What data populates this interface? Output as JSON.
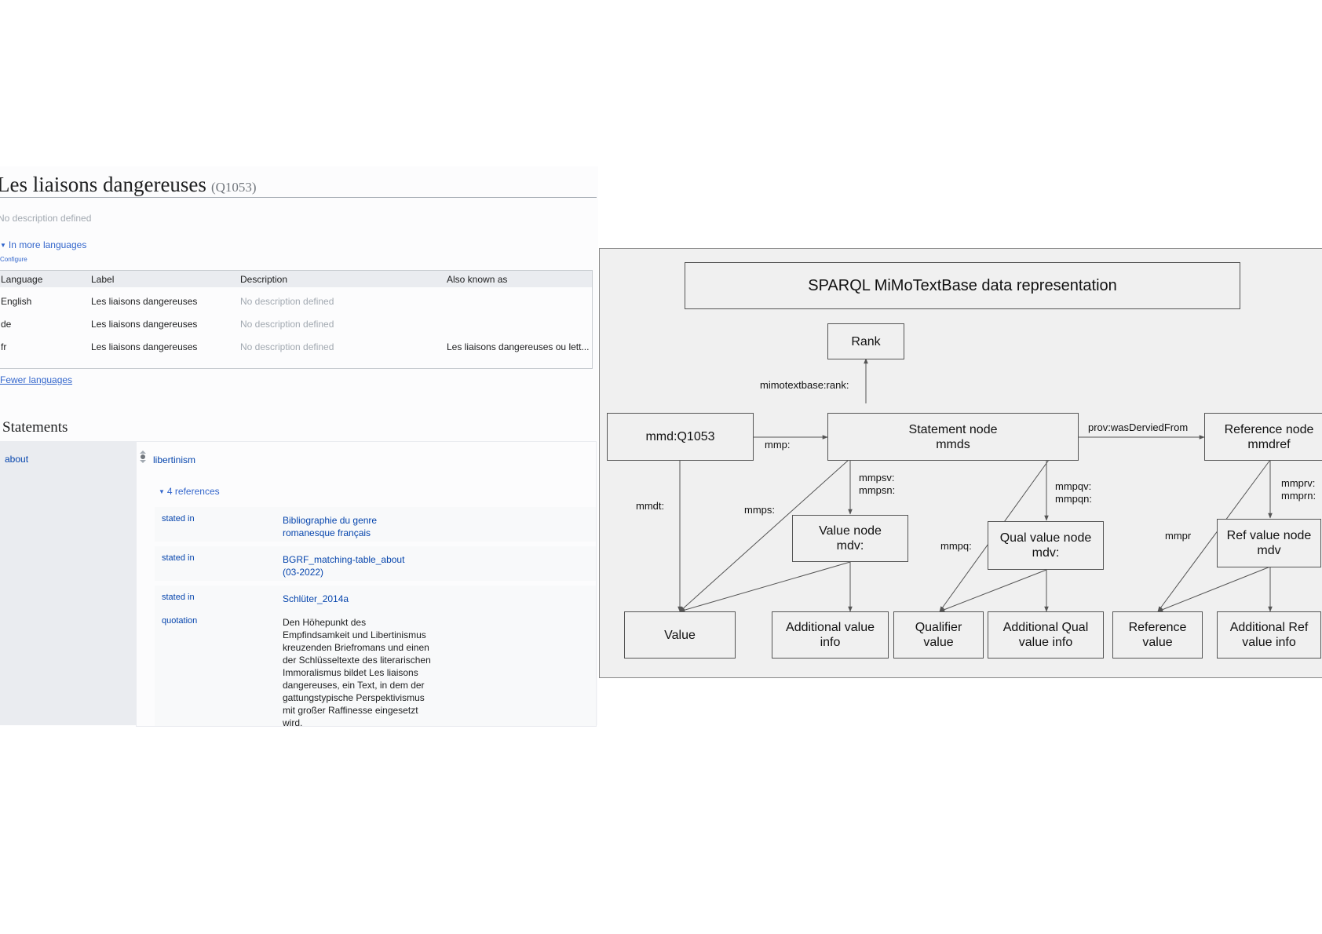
{
  "item": {
    "title": "Les liaisons dangereuses",
    "qid": "(Q1053)",
    "description": "No description defined",
    "in_more_languages": "In more languages",
    "configure": "Configure",
    "fewer_languages": "Fewer languages"
  },
  "languages": {
    "headers": [
      "Language",
      "Label",
      "Description",
      "Also known as"
    ],
    "rows": [
      {
        "language": "English",
        "label": "Les liaisons dangereuses",
        "description": "No description defined",
        "aliases": ""
      },
      {
        "language": "de",
        "label": "Les liaisons dangereuses",
        "description": "No description defined",
        "aliases": ""
      },
      {
        "language": "fr",
        "label": "Les liaisons dangereuses",
        "description": "No description defined",
        "aliases": "Les liaisons dangereuses ou lett..."
      }
    ]
  },
  "statements": {
    "heading": "Statements",
    "property": "about",
    "value": "libertinism",
    "references_toggle": "4 references",
    "references": [
      {
        "prop": "stated in",
        "value_lines": [
          "Bibliographie du genre",
          "romanesque français"
        ]
      },
      {
        "prop": "stated in",
        "value_lines": [
          "BGRF_matching-table_about",
          "(03-2022)"
        ]
      },
      {
        "prop": "stated in",
        "value_lines": [
          "Schlüter_2014a"
        ]
      },
      {
        "prop": "quotation",
        "value_lines": [
          "Den Höhepunkt des",
          "Empfindsamkeit und Libertinismus",
          "kreuzenden Briefromans und einen",
          "der Schlüsseltexte des literarischen",
          "Immoralismus bildet Les liaisons",
          "dangereuses, ein Text, in dem der",
          "gattungstypische Perspektivismus",
          "mit großer Raffinesse eingesetzt",
          "wird."
        ]
      }
    ]
  },
  "diagram": {
    "title": "SPARQL MiMoTextBase data representation",
    "nodes": {
      "rank": [
        "Rank"
      ],
      "item": [
        "mmd:Q1053"
      ],
      "statement": [
        "Statement node",
        "mmds"
      ],
      "reference": [
        "Reference node",
        "mmdref"
      ],
      "value_node": [
        "Value node",
        "mdv:"
      ],
      "qual_value_node": [
        "Qual value node",
        "mdv:"
      ],
      "ref_value_node": [
        "Ref value node",
        "mdv"
      ],
      "value": [
        "Value"
      ],
      "additional_value_info": [
        "Additional value",
        "info"
      ],
      "qualifier_value": [
        "Qualifier",
        "value"
      ],
      "additional_qual_value_info": [
        "Additional Qual",
        "value info"
      ],
      "reference_value": [
        "Reference",
        "value"
      ],
      "additional_ref_value_info": [
        "Additional Ref",
        "value info"
      ]
    },
    "edge_labels": {
      "rank": [
        "mimotextbase:rank:"
      ],
      "mmp": [
        "mmp:"
      ],
      "prov": [
        "prov:wasDerviedFrom"
      ],
      "mmdt": [
        "mmdt:"
      ],
      "mmps": [
        "mmps:"
      ],
      "mmpsv": [
        "mmpsv:",
        "mmpsn:"
      ],
      "mmpq": [
        "mmpq:"
      ],
      "mmpqv": [
        "mmpqv:",
        "mmpqn:"
      ],
      "mmpr": [
        "mmpr:"
      ],
      "mmprv": [
        "mmprv:",
        "mmprn:"
      ]
    },
    "colors": {
      "background": "#f0f0f0",
      "border": "#555555",
      "line": "#555555"
    }
  }
}
